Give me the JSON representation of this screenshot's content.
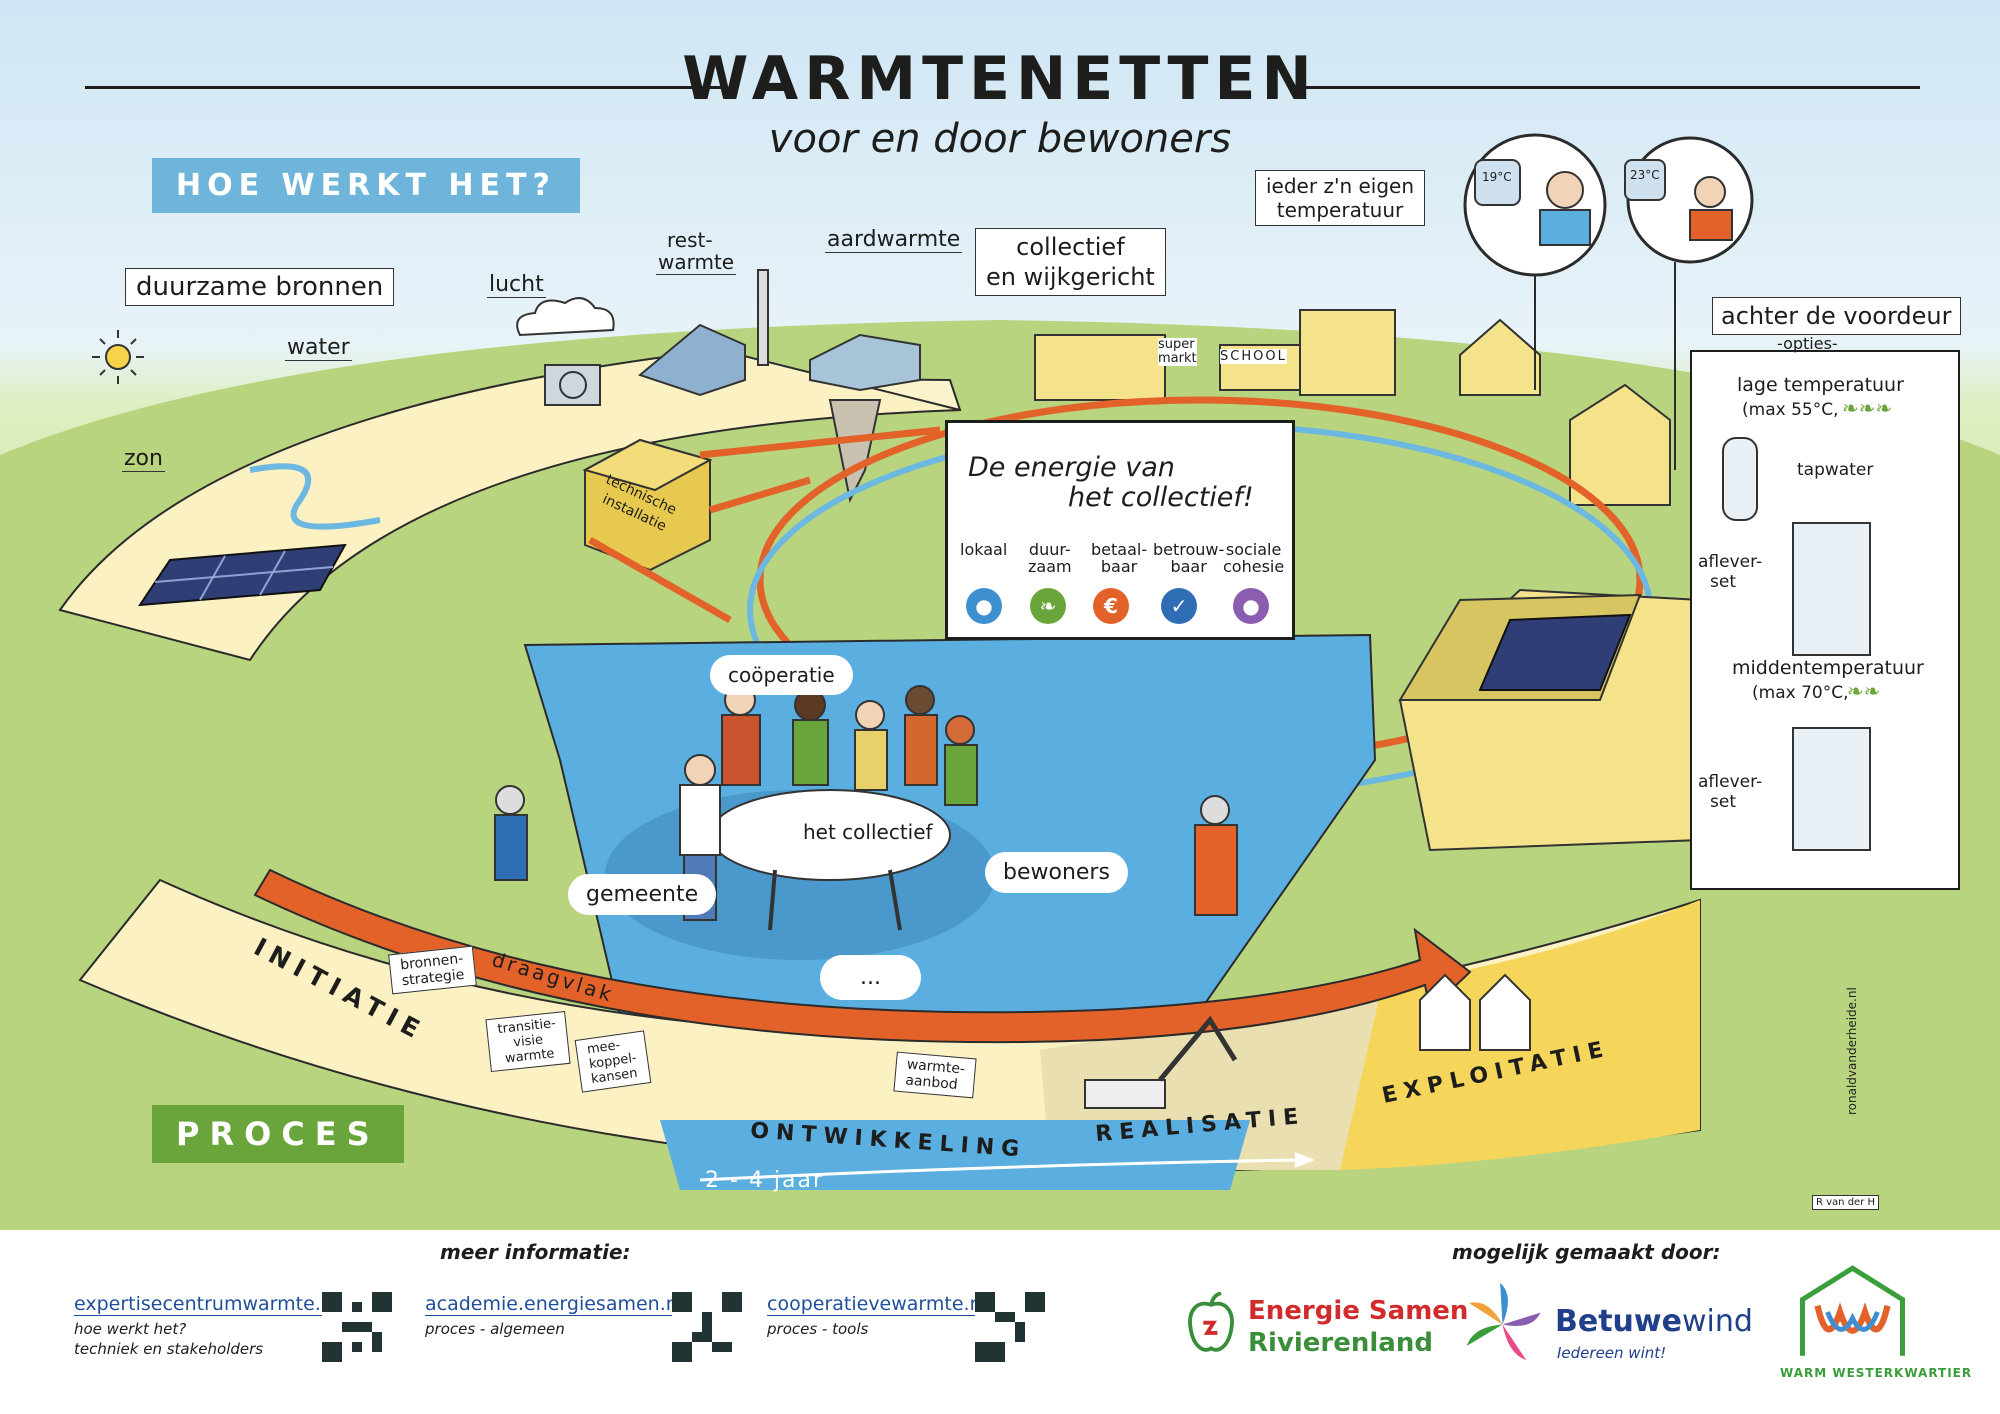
{
  "header": {
    "title": "WARMTENETTEN",
    "subtitle": "voor en door bewoners"
  },
  "sections": {
    "how_it_works": "HOE WERKT HET?",
    "process": "PROCES"
  },
  "sources": {
    "heading": "duurzame bronnen",
    "zon": "zon",
    "water": "water",
    "lucht": "lucht",
    "restwarmte_1": "rest-",
    "restwarmte_2": "warmte",
    "aardwarmte": "aardwarmte",
    "installation_1": "technische",
    "installation_2": "installatie"
  },
  "neighbourhood": {
    "collective_1": "collectief",
    "collective_2": "en wijkgericht",
    "supermarkt_1": "super",
    "supermarkt_2": "markt",
    "school": "SCHOOL",
    "temperature_1": "ieder z'n eigen",
    "temperature_2": "temperatuur",
    "thermostat_1": "19°C",
    "thermostat_2": "23°C"
  },
  "sign": {
    "title_1": "De energie van",
    "title_2": "het collectief!",
    "values": [
      {
        "label": "lokaal",
        "color": "#3e8fd0",
        "icon": "location-pin"
      },
      {
        "label": "duur-\nzaam",
        "color": "#6aa53b",
        "icon": "leaf"
      },
      {
        "label": "betaal-\nbaar",
        "color": "#e2622a",
        "icon": "money-bag"
      },
      {
        "label": "betrouw-\nbaar",
        "color": "#2f6db5",
        "icon": "check-seal"
      },
      {
        "label": "sociale\ncohesie",
        "color": "#8a5db0",
        "icon": "people"
      }
    ]
  },
  "table": {
    "center": "het collectief",
    "cooperatie": "coöperatie",
    "gemeente": "gemeente",
    "bewoners": "bewoners",
    "dots": "..."
  },
  "options": {
    "heading": "achter de voordeur",
    "subheading": "-opties-",
    "low": "lage temperatuur",
    "low_max": "(max 55°C,",
    "tapwater": "tapwater",
    "afleverset_a_1": "aflever-",
    "afleverset_a_2": "set",
    "mid": "middentemperatuur",
    "mid_max": "(max 70°C,",
    "afleverset_b_1": "aflever-",
    "afleverset_b_2": "set"
  },
  "process": {
    "draagvlak": "draagvlak",
    "stages": [
      "INITIATIE",
      "ONTWIKKELING",
      "REALISATIE",
      "EXPLOITATIE"
    ],
    "duration": "2 - 4 jaar",
    "docs": [
      {
        "l1": "bronnen-",
        "l2": "strategie"
      },
      {
        "l1": "transitie-",
        "l2": "visie",
        "l3": "warmte"
      },
      {
        "l1": "mee-",
        "l2": "koppel-",
        "l3": "kansen"
      },
      {
        "l1": "warmte-",
        "l2": "aanbod"
      }
    ]
  },
  "credit": "ronaldvanderheide.nl",
  "signature": "R van der H",
  "footer": {
    "more_info": "meer informatie:",
    "made_possible": "mogelijk gemaakt door:",
    "links": [
      {
        "url": "expertisecentrumwarmte.nl",
        "desc_1": "hoe werkt het?",
        "desc_2": "techniek en stakeholders"
      },
      {
        "url": "academie.energiesamen.nu",
        "desc_1": "proces - algemeen",
        "desc_2": ""
      },
      {
        "url": "cooperatievewarmte.nl",
        "desc_1": "proces - tools",
        "desc_2": ""
      }
    ],
    "logos": {
      "esr_1": "Energie Samen",
      "esr_2": "Rivierenland",
      "betuwe_1": "Betuwe",
      "betuwe_2": "wind",
      "betuwe_tag": "Iedereen wint!",
      "warm": "WARM WESTERKWARTIER"
    }
  },
  "colors": {
    "blue_label": "#6fb5db",
    "green_label": "#6aa53b",
    "orange_pipe": "#e2622a",
    "blue_pipe": "#6cb8e0",
    "link_blue": "#1f4e9a"
  }
}
